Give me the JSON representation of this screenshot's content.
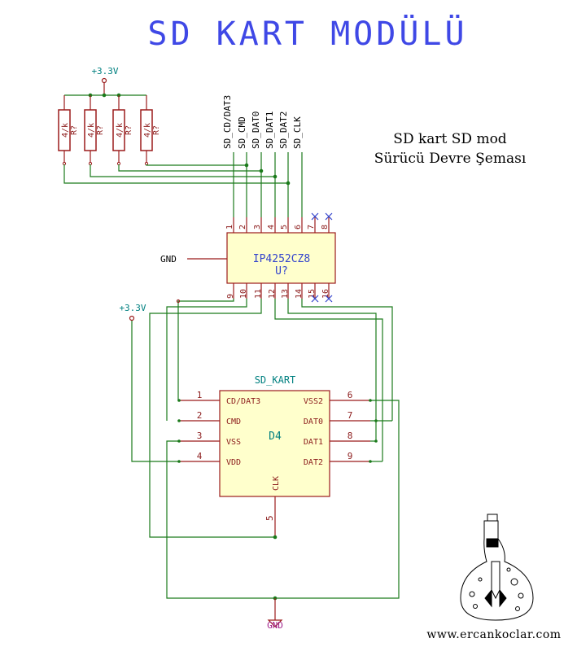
{
  "title": "SD KART MODÜLÜ",
  "description": {
    "line1": "SD kart SD mod",
    "line2": "Sürücü Devre Şeması"
  },
  "website": "www.ercankoclar.com",
  "power": {
    "vcc_top": "+3.3V",
    "vcc_left": "+3.3V",
    "gnd_ic": "GND",
    "gnd_bottom": "GND"
  },
  "resistors": [
    {
      "value": "4/k",
      "ref": "R?"
    },
    {
      "value": "4/k",
      "ref": "R?"
    },
    {
      "value": "4/k",
      "ref": "R?"
    },
    {
      "value": "4/k",
      "ref": "R?"
    }
  ],
  "signals": [
    "SD_CD/DAT3",
    "SD_CMD",
    "SD_DAT0",
    "SD_DAT1",
    "SD_DAT2",
    "SD_CLK"
  ],
  "ic": {
    "part": "IP4252CZ8",
    "ref": "U?",
    "top_pins": [
      "1",
      "2",
      "3",
      "4",
      "5",
      "6",
      "7",
      "8"
    ],
    "bottom_pins": [
      "9",
      "10",
      "11",
      "12",
      "13",
      "14",
      "15",
      "16"
    ]
  },
  "sd_card": {
    "name": "SD_KART",
    "ref": "D4",
    "left_pins": [
      {
        "num": "1",
        "label": "CD/DAT3"
      },
      {
        "num": "2",
        "label": "CMD"
      },
      {
        "num": "3",
        "label": "VSS"
      },
      {
        "num": "4",
        "label": "VDD"
      }
    ],
    "right_pins": [
      {
        "num": "6",
        "label": "VSS2"
      },
      {
        "num": "7",
        "label": "DAT0"
      },
      {
        "num": "8",
        "label": "DAT1"
      },
      {
        "num": "9",
        "label": "DAT2"
      }
    ],
    "bottom_pin": {
      "num": "5",
      "label": "CLK"
    }
  }
}
